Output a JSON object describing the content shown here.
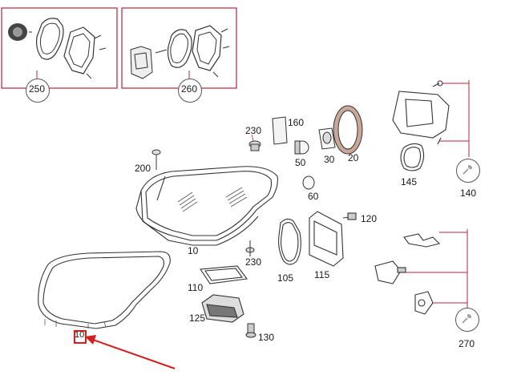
{
  "colors": {
    "accent_red": "#b8233d",
    "highlight_red": "#d41f1f",
    "line": "#333333",
    "wrench_line": "#8a8a8a"
  },
  "parts": {
    "p250": "250",
    "p260": "260",
    "p160": "160",
    "p230a": "230",
    "p50": "50",
    "p30": "30",
    "p20": "20",
    "p200": "200",
    "p60": "60",
    "p145": "145",
    "p140": "140",
    "p120": "120",
    "p10a": "10",
    "p230b": "230",
    "p105": "105",
    "p115": "115",
    "p110": "110",
    "p125": "125",
    "p130": "130",
    "p270": "270",
    "p10b": "10"
  },
  "icons": {
    "wrench_140": "wrench-icon",
    "wrench_270": "wrench-icon"
  }
}
